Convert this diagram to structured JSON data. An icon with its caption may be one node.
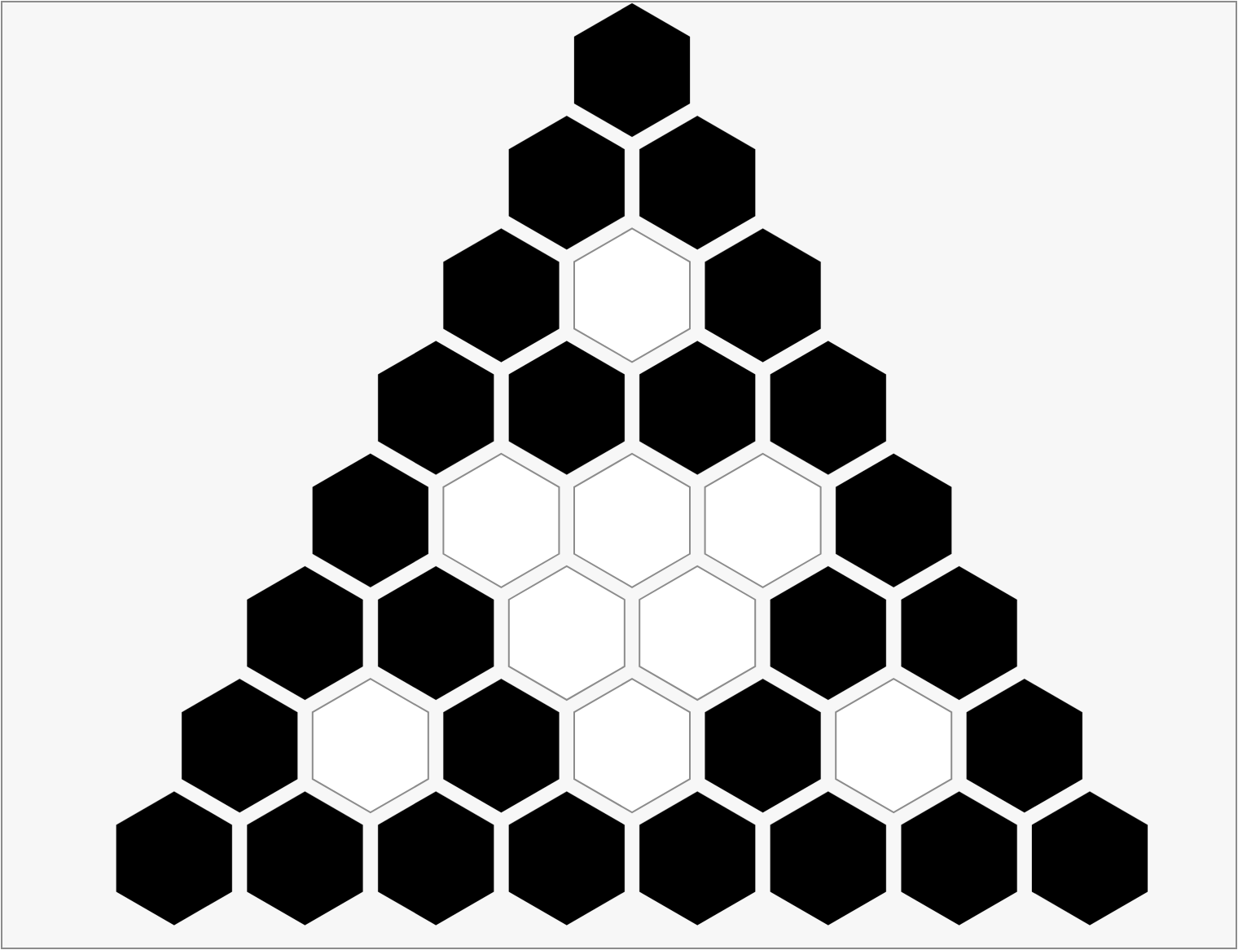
{
  "diagram": {
    "nodes": [
      {
        "text": [],
        "shape": "hexagon"
      },
      {
        "text": [],
        "shape": "hexagon"
      },
      {
        "text": [],
        "shape": "hexagon"
      },
      {
        "text": [],
        "shape": "hexagon"
      },
      {
        "text": [],
        "shape": "hexagon"
      },
      {
        "text": [],
        "shape": "hexagon"
      },
      {
        "text": [],
        "shape": "hexagon"
      },
      {
        "text": [],
        "shape": "hexagon"
      },
      {
        "text": [],
        "shape": "hexagon"
      },
      {
        "text": [],
        "shape": "hexagon"
      },
      {
        "text": [],
        "shape": "hexagon"
      },
      {
        "text": [],
        "shape": "hexagon"
      },
      {
        "text": [],
        "shape": "hexagon"
      },
      {
        "text": [],
        "shape": "hexagon"
      },
      {
        "text": [],
        "shape": "hexagon"
      },
      {
        "text": [],
        "shape": "hexagon"
      },
      {
        "text": [],
        "shape": "hexagon"
      },
      {
        "text": [],
        "shape": "hexagon"
      },
      {
        "text": [],
        "shape": "hexagon"
      },
      {
        "text": [],
        "shape": "hexagon"
      },
      {
        "text": [],
        "shape": "hexagon"
      },
      {
        "text": [],
        "shape": "hexagon"
      },
      {
        "text": [],
        "shape": "hexagon"
      },
      {
        "text": [],
        "shape": "hexagon"
      },
      {
        "text": [],
        "shape": "hexagon"
      },
      {
        "text": [],
        "shape": "hexagon"
      },
      {
        "text": [],
        "shape": "hexagon"
      },
      {
        "text": [],
        "shape": "hexagon"
      },
      {
        "text": [],
        "shape": "hexagon"
      },
      {
        "text": [],
        "shape": "hexagon"
      },
      {
        "text": [],
        "shape": "hexagon"
      },
      {
        "text": [],
        "shape": "hexagon"
      },
      {
        "text": [],
        "shape": "hexagon"
      },
      {
        "text": [],
        "shape": "hexagon"
      },
      {
        "text": [],
        "shape": "hexagon"
      },
      {
        "text": [],
        "shape": "hexagon"
      }
    ]
  }
}
